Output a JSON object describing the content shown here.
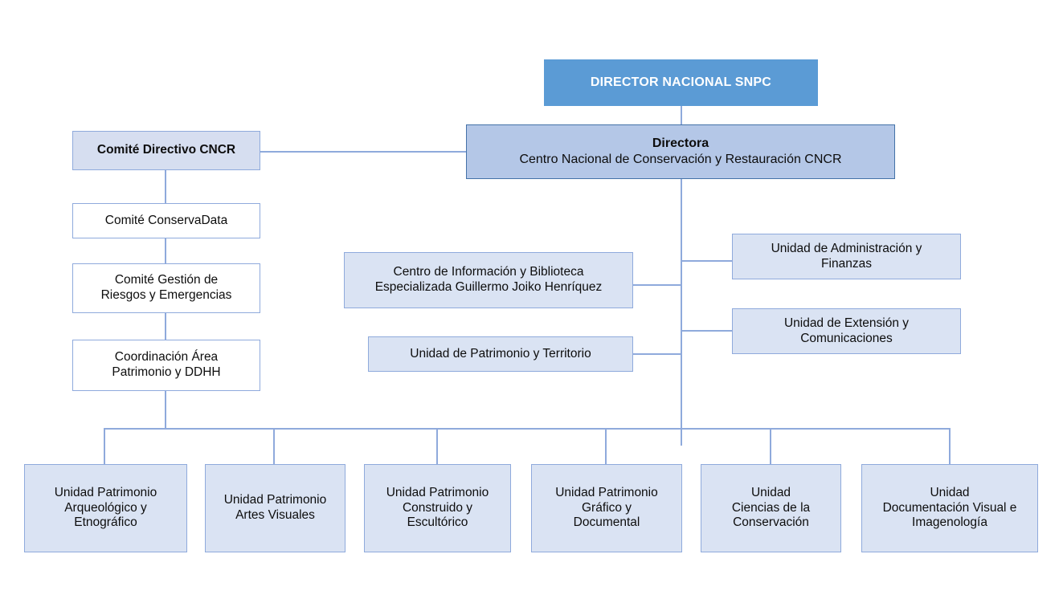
{
  "chart_data": {
    "type": "diagram",
    "title": "Organigrama CNCR",
    "diagram_kind": "organizational-chart",
    "colors": {
      "root_fill": "#5b9bd5",
      "director_fill": "#b4c7e7",
      "unit_fill": "#dae3f3",
      "committee_fill": "#d6def0",
      "white_fill": "#ffffff",
      "border": "#8faadc",
      "director_border": "#4472a8",
      "text": "#0d0d0d",
      "root_text": "#ffffff",
      "connector": "#8faadc"
    },
    "nodes": [
      {
        "id": "root",
        "label": "DIRECTOR NACIONAL SNPC",
        "level": 0
      },
      {
        "id": "directora",
        "label": "Directora\nCentro Nacional de Conservación y Restauración CNCR",
        "level": 1,
        "parent": "root"
      },
      {
        "id": "comite-directivo",
        "label": "Comité Directivo CNCR",
        "level": 2,
        "parent": "directora"
      },
      {
        "id": "comite-conservadata",
        "label": "Comité ConservaData",
        "level": 3,
        "parent": "comite-directivo"
      },
      {
        "id": "comite-riesgos",
        "label": "Comité Gestión de Riesgos y Emergencias",
        "level": 4,
        "parent": "comite-conservadata"
      },
      {
        "id": "coordinacion-ddhh",
        "label": "Coordinación Área Patrimonio y DDHH",
        "level": 5,
        "parent": "comite-riesgos"
      },
      {
        "id": "centro-informacion",
        "label": "Centro de Información y Biblioteca Especializada Guillermo Joiko Henríquez",
        "level": 2,
        "parent": "directora"
      },
      {
        "id": "patrimonio-territorio",
        "label": "Unidad de Patrimonio y Territorio",
        "level": 2,
        "parent": "directora"
      },
      {
        "id": "administracion-finanzas",
        "label": "Unidad de Administración y Finanzas",
        "level": 2,
        "parent": "directora"
      },
      {
        "id": "extension-comunicaciones",
        "label": "Unidad de Extensión y Comunicaciones",
        "level": 2,
        "parent": "directora"
      },
      {
        "id": "up-arqueologico",
        "label": "Unidad Patrimonio Arqueológico y Etnográfico",
        "level": 6,
        "parent": "directora"
      },
      {
        "id": "up-artes-visuales",
        "label": "Unidad Patrimonio Artes Visuales",
        "level": 6,
        "parent": "directora"
      },
      {
        "id": "up-construido",
        "label": "Unidad Patrimonio Construido y Escultórico",
        "level": 6,
        "parent": "directora"
      },
      {
        "id": "up-grafico",
        "label": "Unidad Patrimonio Gráfico y Documental",
        "level": 6,
        "parent": "directora"
      },
      {
        "id": "u-ciencias",
        "label": "Unidad Ciencias de la Conservación",
        "level": 6,
        "parent": "directora"
      },
      {
        "id": "u-documentacion",
        "label": "Unidad Documentación Visual e Imagenología",
        "level": 6,
        "parent": "directora"
      }
    ]
  },
  "root": {
    "label": "DIRECTOR NACIONAL SNPC"
  },
  "director": {
    "line1": "Directora",
    "line2": "Centro Nacional de Conservación y Restauración CNCR"
  },
  "left_column": [
    {
      "label": "Comité Directivo CNCR"
    },
    {
      "label": "Comité ConservaData"
    },
    {
      "line1": "Comité Gestión de",
      "line2": "Riesgos y Emergencias"
    },
    {
      "line1": "Coordinación Área",
      "line2": "Patrimonio y DDHH"
    }
  ],
  "middle_column": [
    {
      "line1": "Centro de Información y Biblioteca",
      "line2": "Especializada Guillermo Joiko Henríquez"
    },
    {
      "line1": "Unidad de Patrimonio y Territorio"
    }
  ],
  "right_column": [
    {
      "line1": "Unidad de Administración y",
      "line2": "Finanzas"
    },
    {
      "line1": "Unidad de Extensión y",
      "line2": "Comunicaciones"
    }
  ],
  "bottom_row": [
    {
      "line1": "Unidad Patrimonio",
      "line2": "Arqueológico y",
      "line3": "Etnográfico"
    },
    {
      "line1": "Unidad Patrimonio",
      "line2": "Artes Visuales",
      "line3": ""
    },
    {
      "line1": "Unidad Patrimonio",
      "line2": "Construido y",
      "line3": "Escultórico"
    },
    {
      "line1": "Unidad Patrimonio",
      "line2": "Gráfico y",
      "line3": "Documental"
    },
    {
      "line1": "Unidad",
      "line2": "Ciencias de la",
      "line3": "Conservación"
    },
    {
      "line1": "Unidad",
      "line2": "Documentación Visual e",
      "line3": "Imagenología"
    }
  ]
}
